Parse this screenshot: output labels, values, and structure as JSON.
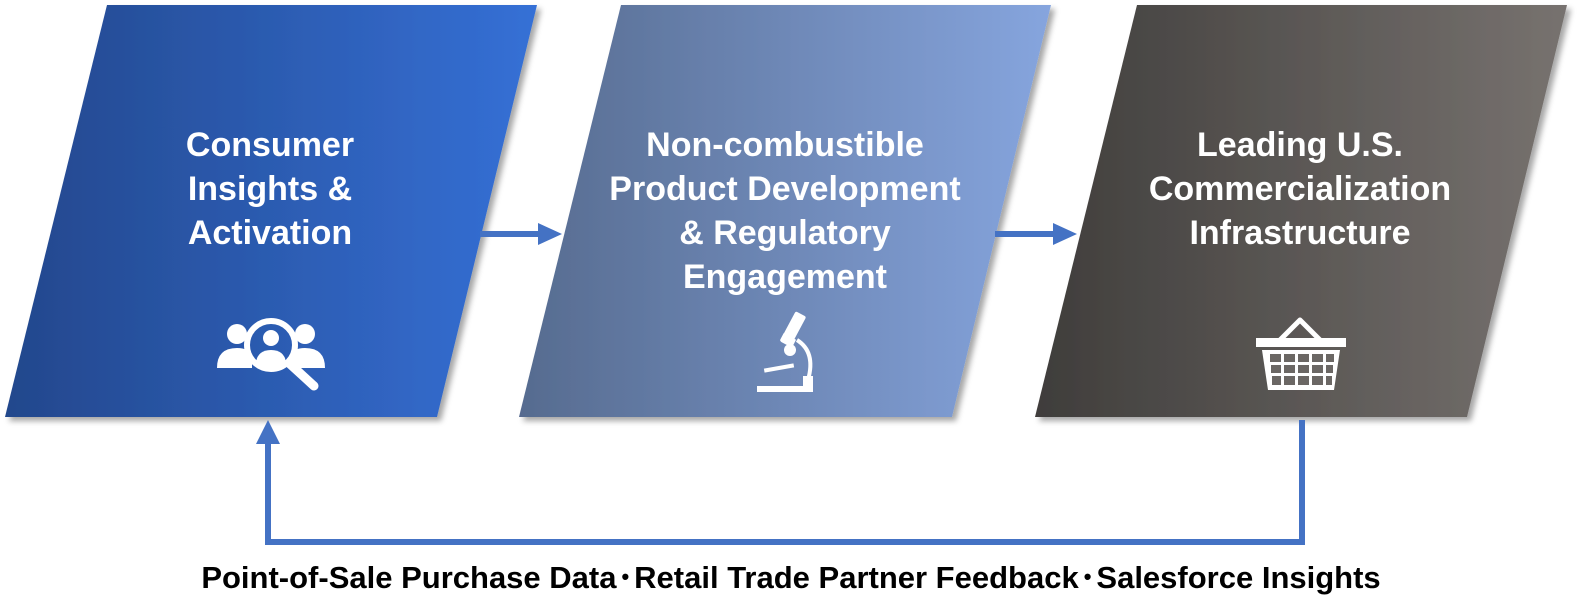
{
  "stages": [
    {
      "title_lines": [
        "Consumer",
        "Insights &",
        "Activation"
      ],
      "icon": "consumer-insights-icon",
      "color_start": "#23478c",
      "color_end": "#3570d6"
    },
    {
      "title_lines": [
        "Non-combustible",
        "Product Development",
        "& Regulatory",
        "Engagement"
      ],
      "icon": "microscope-icon",
      "color_start": "#566b8f",
      "color_end": "#86a5de"
    },
    {
      "title_lines": [
        "Leading U.S.",
        "Commercialization",
        "Infrastructure"
      ],
      "icon": "shopping-basket-icon",
      "color_start": "#3f3d3b",
      "color_end": "#77726f"
    }
  ],
  "feedback_loop": {
    "items": [
      "Point-of-Sale Purchase Data",
      "Retail Trade Partner Feedback",
      "Salesforce Insights"
    ],
    "separator": "•"
  },
  "colors": {
    "arrow": "#4472c4",
    "text_on_shape": "#ffffff",
    "footer_text": "#000000"
  }
}
